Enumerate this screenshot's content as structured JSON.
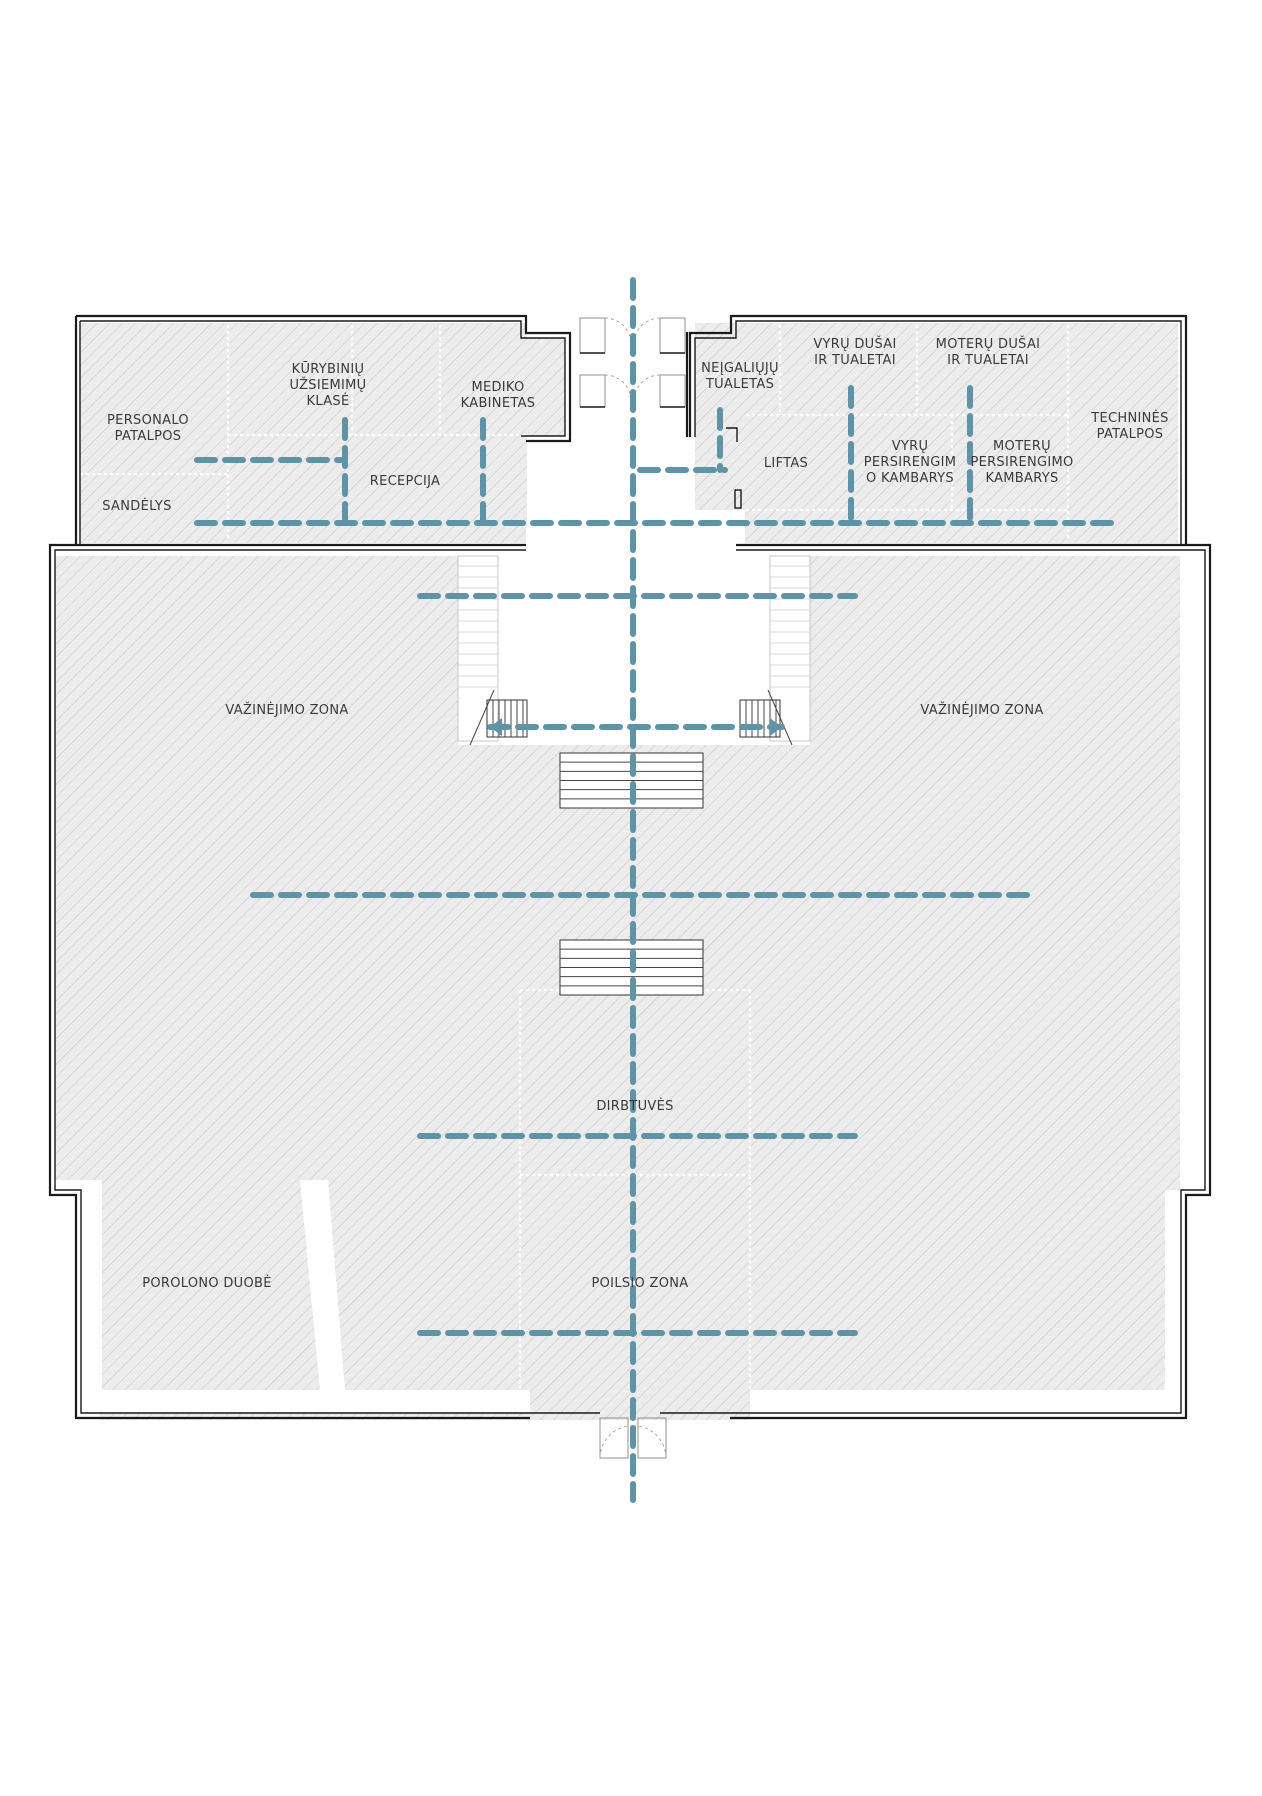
{
  "plan": {
    "path_color": "#5f93a6",
    "hatch_color": "#c8c8c8",
    "zone_fill": "#ebebeb",
    "rooms": {
      "personalo": [
        "PERSONALO",
        "PATALPOS"
      ],
      "kurybiniu": [
        "KŪRYBINIŲ",
        "UŽSIEMIMŲ",
        "KLASĖ"
      ],
      "mediko": [
        "MEDIKO",
        "KABINETAS"
      ],
      "recepcija": "RECEPCIJA",
      "sandelys": "SANDĖLYS",
      "neigaliuju": [
        "NEĮGALIŲJŲ",
        "TUALETAS"
      ],
      "vyru_dusai": [
        "VYRŲ DUŠAI",
        "IR TUALETAI"
      ],
      "moteru_dusai": [
        "MOTERŲ DUŠAI",
        "IR TUALETAI"
      ],
      "technines": [
        "TECHNINĖS",
        "PATALPOS"
      ],
      "liftas": "LIFTAS",
      "vyru_pers": [
        "VYRŲ",
        "PERSIRENGIM",
        "O KAMBARYS"
      ],
      "moteru_pers": [
        "MOTERŲ",
        "PERSIRENGIMO",
        "KAMBARYS"
      ],
      "vaz_left": "VAŽINĖJIMO ZONA",
      "vaz_right": "VAŽINĖJIMO ZONA",
      "dirbtuves": "DIRBTUVĖS",
      "porolono": "POROLONO DUOBĖ",
      "poilsio": "POILSIO ZONA"
    }
  }
}
